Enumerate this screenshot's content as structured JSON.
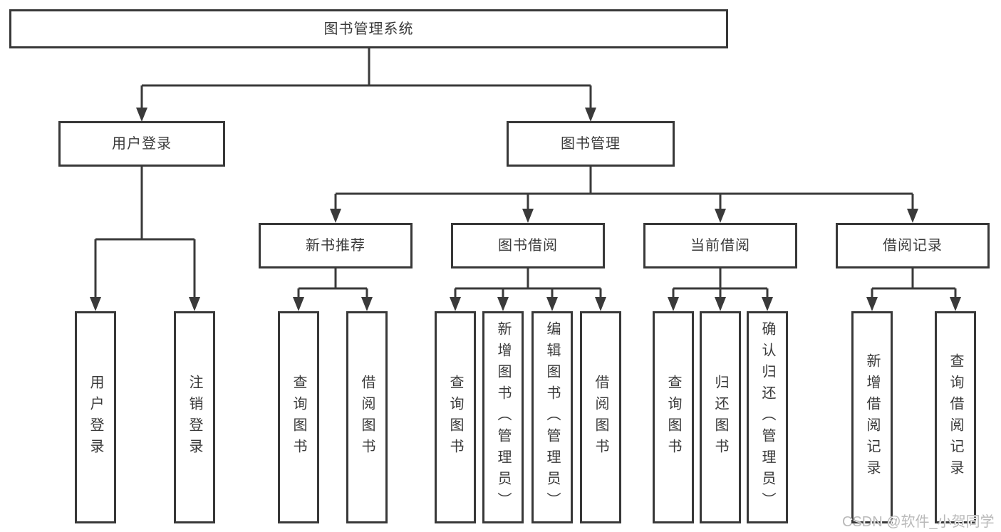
{
  "nodes": {
    "root": {
      "label": "图书管理系统"
    },
    "user_login": {
      "label": "用户登录"
    },
    "book_mgmt": {
      "label": "图书管理"
    },
    "level3": [
      {
        "label": "新书推荐"
      },
      {
        "label": "图书借阅"
      },
      {
        "label": "当前借阅"
      },
      {
        "label": "借阅记录"
      }
    ],
    "leaves": {
      "login": [
        {
          "label": "用户登录"
        },
        {
          "label": "注销登录"
        }
      ],
      "recommend": [
        {
          "label": "查询图书"
        },
        {
          "label": "借阅图书"
        }
      ],
      "borrow": [
        {
          "label": "查询图书"
        },
        {
          "label": "新增图书（管理员）"
        },
        {
          "label": "编辑图书（管理员）"
        },
        {
          "label": "借阅图书"
        }
      ],
      "current": [
        {
          "label": "查询图书"
        },
        {
          "label": "归还图书"
        },
        {
          "label": "确认归还（管理员）"
        }
      ],
      "records": [
        {
          "label": "新增借阅记录"
        },
        {
          "label": "查询借阅记录"
        }
      ]
    }
  },
  "watermark": {
    "text": "CSDN @软件_小贺同学"
  },
  "colors": {
    "line": "#3a3a3a",
    "box_border": "#383838",
    "text": "#3a3a3a",
    "watermark": "#b9b9b9",
    "background": "#ffffff"
  }
}
